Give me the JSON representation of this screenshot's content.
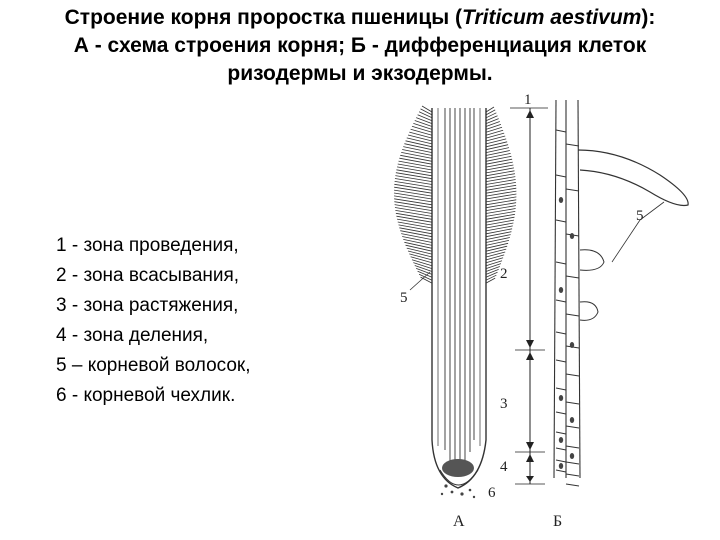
{
  "title": {
    "line1_pre": "Строение корня проростка пшеницы (",
    "line1_species": "Triticum aestivum",
    "line1_post": "):",
    "line2": "А - схема строения корня; Б - дифференциация клеток",
    "line3": "ризодермы и экзодермы."
  },
  "legend": [
    "1 - зона проведения,",
    "2 - зона всасывания,",
    "3 - зона растяжения,",
    "4 - зона деления,",
    "5 – корневой волосок,",
    "6 - корневой чехлик."
  ],
  "figure": {
    "zone_numbers": [
      "1",
      "2",
      "3",
      "4",
      "6"
    ],
    "hair_label_a": "5",
    "hair_label_b": "5",
    "panel_a": "А",
    "panel_b": "Б"
  }
}
